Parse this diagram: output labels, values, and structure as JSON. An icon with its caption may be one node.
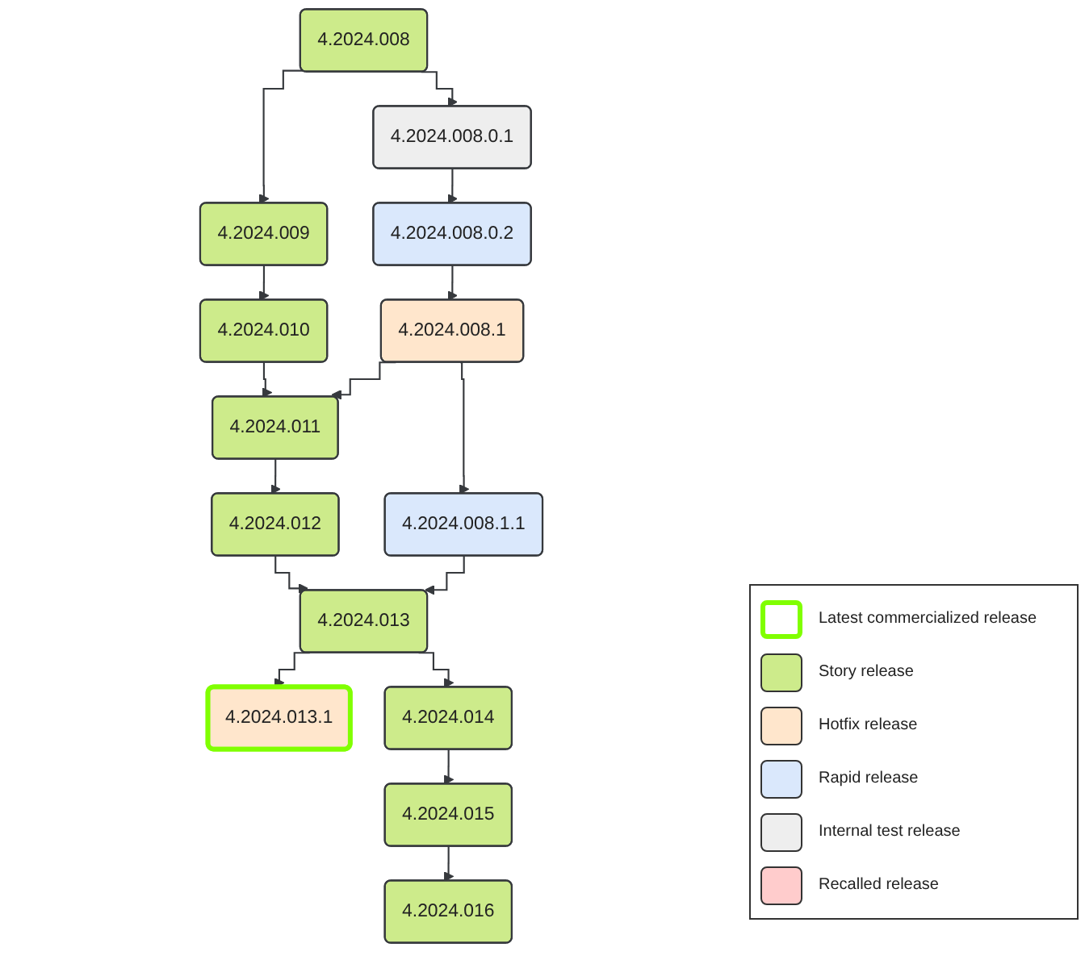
{
  "diagram": {
    "nodes": [
      {
        "text": [
          "4.2024.008"
        ]
      },
      {
        "text": [
          "4.2024.008.0.1"
        ]
      },
      {
        "text": [
          "4.2024.008.0.2"
        ]
      },
      {
        "text": [
          "4.2024.008.1"
        ]
      },
      {
        "text": [
          "4.2024.008.1.1"
        ]
      },
      {
        "text": [
          "4.2024.009"
        ]
      },
      {
        "text": [
          "4.2024.010"
        ]
      },
      {
        "text": [
          "4.2024.011"
        ]
      },
      {
        "text": [
          "4.2024.012"
        ]
      },
      {
        "text": [
          "4.2024.013"
        ]
      },
      {
        "text": [
          "4.2024.013.1"
        ]
      },
      {
        "text": [
          "4.2024.014"
        ]
      },
      {
        "text": [
          "4.2024.015"
        ]
      },
      {
        "text": [
          "4.2024.016"
        ]
      }
    ],
    "edges": [
      {
        "from": 0,
        "to": 1,
        "arrow": "to"
      },
      {
        "from": 1,
        "to": 2,
        "arrow": "to"
      },
      {
        "from": 2,
        "to": 3,
        "arrow": "to"
      },
      {
        "from": 3,
        "to": 4,
        "arrow": "to"
      },
      {
        "from": 0,
        "to": 5,
        "arrow": "to"
      },
      {
        "from": 5,
        "to": 6,
        "arrow": "to"
      },
      {
        "from": 6,
        "to": 7,
        "arrow": "to"
      },
      {
        "from": 3,
        "to": 7,
        "arrow": "to"
      },
      {
        "from": 7,
        "to": 8,
        "arrow": "to"
      },
      {
        "from": 8,
        "to": 9,
        "arrow": "to"
      },
      {
        "from": 4,
        "to": 9,
        "arrow": "to"
      },
      {
        "from": 9,
        "to": 10,
        "arrow": "to"
      },
      {
        "from": 9,
        "to": 11,
        "arrow": "to"
      },
      {
        "from": 11,
        "to": 12,
        "arrow": "to"
      },
      {
        "from": 12,
        "to": 13,
        "arrow": "to"
      }
    ],
    "legend": [
      {
        "text": "Latest commercialized release"
      },
      {
        "text": "Story release",
        "color": "#cdeb8b"
      },
      {
        "text": "Hotfix release",
        "color": "#ffe6cc"
      },
      {
        "text": "Rapid release",
        "color": "#dae8fc"
      },
      {
        "text": "Internal test release",
        "color": "#eeeeee"
      },
      {
        "text": "Recalled release",
        "color": "#ffcccc"
      }
    ]
  }
}
